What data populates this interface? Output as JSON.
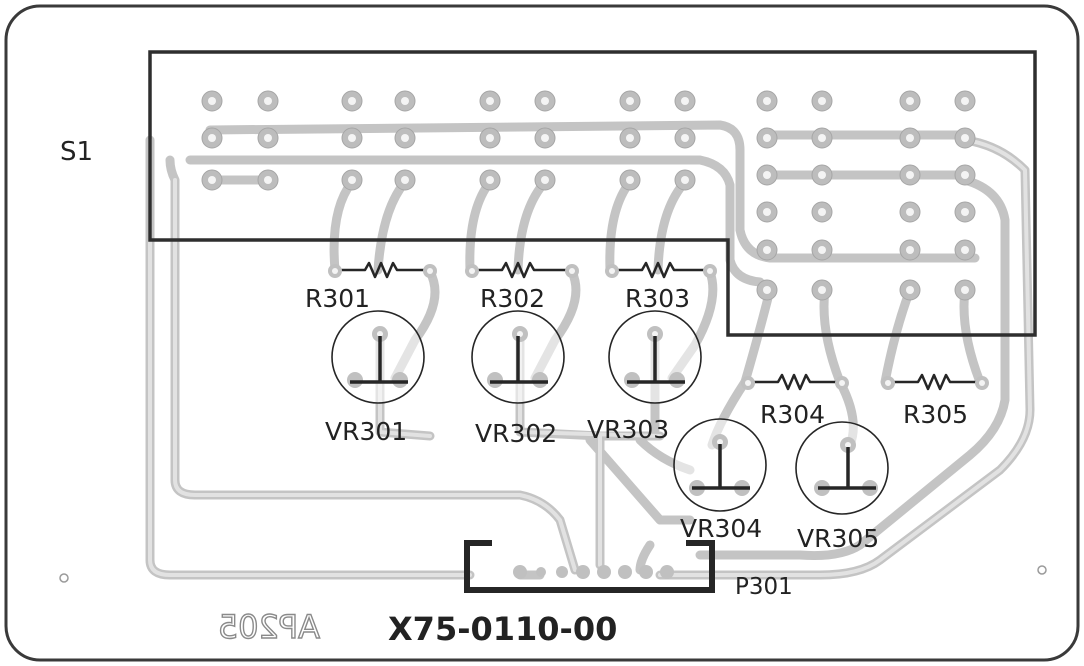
{
  "colors": {
    "board_outline": "#3a3a3a",
    "trace": "#c9c9c9",
    "trace_edge": "#a8a8a8",
    "pad": "#bdbdbd",
    "pad_hole": "#f4f4f4",
    "silkscreen": "#262626",
    "mirrored_text": "#8a8a8a"
  },
  "labels": {
    "switch": "S1",
    "resistors": [
      "R301",
      "R302",
      "R303",
      "R304",
      "R305"
    ],
    "trimmers": [
      "VR301",
      "VR302",
      "VR303",
      "VR304",
      "VR305"
    ],
    "connector": "P301",
    "board_part_number": "X75-0110-00",
    "mirrored_board_text": "AP205"
  }
}
